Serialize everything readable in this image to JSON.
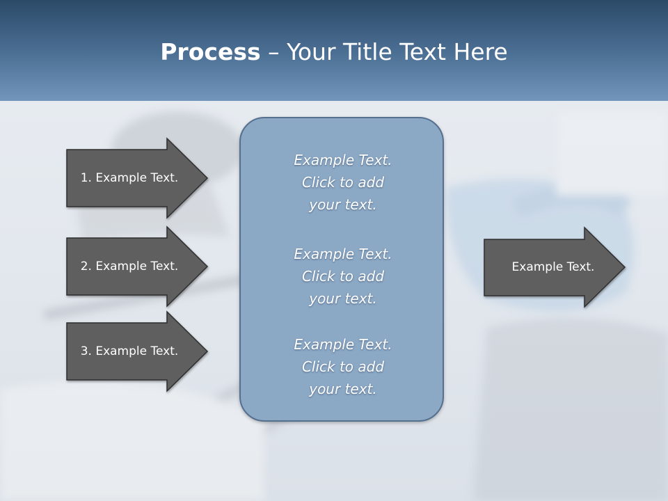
{
  "slide": {
    "title_bold": "Process",
    "title_rest": " – Your Title Text Here",
    "inputs": [
      {
        "label": "1. Example Text."
      },
      {
        "label": "2. Example Text."
      },
      {
        "label": "3. Example Text."
      }
    ],
    "center_blocks": [
      {
        "line1": "Example Text.",
        "line2": "Click  to add",
        "line3": "your text."
      },
      {
        "line1": "Example Text.",
        "line2": "Click  to add",
        "line3": "your text."
      },
      {
        "line1": "Example Text.",
        "line2": "Click  to add",
        "line3": "your text."
      }
    ],
    "output": {
      "label": "Example Text."
    }
  },
  "colors": {
    "header_top": "#2c4a68",
    "header_bottom": "#7296bb",
    "arrow_fill": "#5f5f5f",
    "center_fill": "#8ba8c5",
    "center_border": "#55708f"
  }
}
